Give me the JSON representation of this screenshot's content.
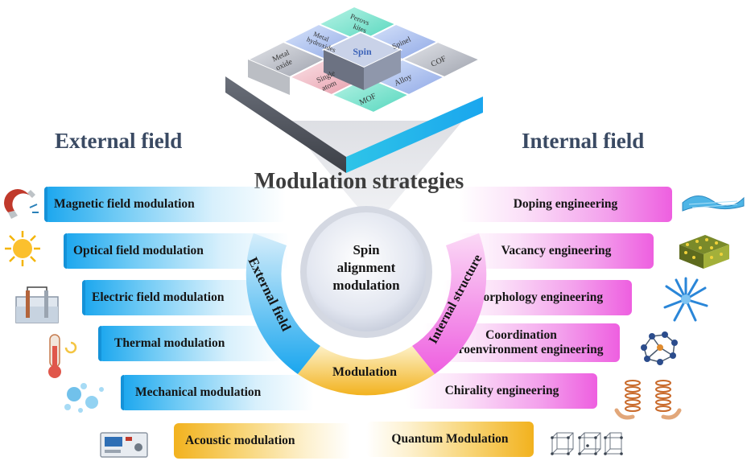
{
  "headings": {
    "external": "External field",
    "internal": "Internal field",
    "title": "Modulation strategies"
  },
  "center": {
    "line1": "Spin",
    "line2": "alignment",
    "line3": "modulation"
  },
  "ring": {
    "external": "External field",
    "internal": "Internal structure",
    "modulation": "Modulation"
  },
  "cube": {
    "center": "Spin",
    "tiles": {
      "perovskites_1": "Perovs",
      "perovskites_2": "kites",
      "metal_hydroxides_1": "Metal",
      "metal_hydroxides_2": "hydroxides",
      "spinel": "Spinel",
      "metal_oxide_1": "Metal",
      "metal_oxide_2": "oxide",
      "cof": "COF",
      "single_atom_1": "Single",
      "single_atom_2": "atom",
      "alloy": "Alloy",
      "mof": "MOF"
    }
  },
  "left_items": [
    "Magnetic field modulation",
    "Optical field modulation",
    "Electric field modulation",
    "Thermal modulation",
    "Mechanical modulation"
  ],
  "right_items": [
    "Doping engineering",
    "Vacancy engineering",
    "Morphology engineering",
    "Chirality engineering"
  ],
  "right_coordination": {
    "line1": "Coordination",
    "line2": "microenvironment  engineering"
  },
  "bottom": {
    "left": "Acoustic modulation",
    "right": "Quantum Modulation"
  },
  "colors": {
    "external_blue": "#1aa6ee",
    "internal_pink": "#ee5fe0",
    "modulation_gold": "#f2b21e",
    "heading": "#3a4a63"
  },
  "icons": [
    "magnet-icon",
    "sun-icon",
    "electrolysis-cell-icon",
    "thermometer-icon",
    "bubbles-icon",
    "ultrasound-device-icon",
    "graphene-sheet-icon",
    "crystal-block-icon",
    "nanoflower-icon",
    "molecule-ring-icon",
    "chiral-helix-icon",
    "lattice-cubes-icon"
  ]
}
